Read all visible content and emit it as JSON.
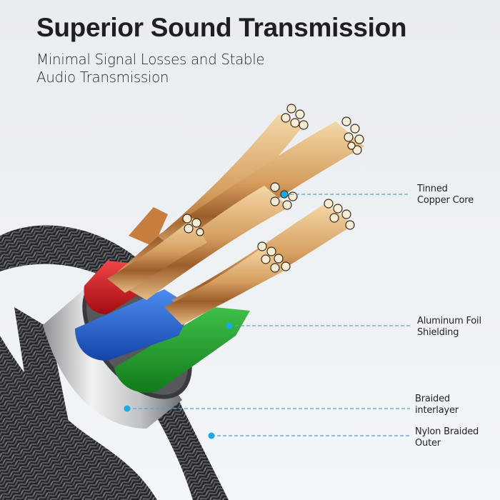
{
  "header": {
    "title": "Superior Sound Transmission",
    "subtitle_lines": [
      "Minimal Signal Losses and Stable",
      "Audio Transmission"
    ]
  },
  "callouts": [
    {
      "lines": [
        "Tinned",
        "Copper Core"
      ],
      "target": "copper-strands"
    },
    {
      "lines": [
        "Aluminum Foil",
        "Shielding"
      ],
      "target": "green-insulated-wire"
    },
    {
      "lines": [
        "Braided",
        "interlayer"
      ],
      "target": "silver-ferrule-layer"
    },
    {
      "lines": [
        "Nylon Braided",
        "Outer"
      ],
      "target": "nylon-braided-jacket"
    }
  ],
  "colors": {
    "accent_dot": "#1aa9e6",
    "leader_line": "#4fa7c4",
    "copper": "#d9a56a",
    "red_wire": "#d4161c",
    "blue_wire": "#1f5fd6",
    "green_wire": "#1f9a2a",
    "ferrule": "#c9cbce",
    "braid": "#2a2b2e",
    "title_text": "#1d1f22"
  }
}
